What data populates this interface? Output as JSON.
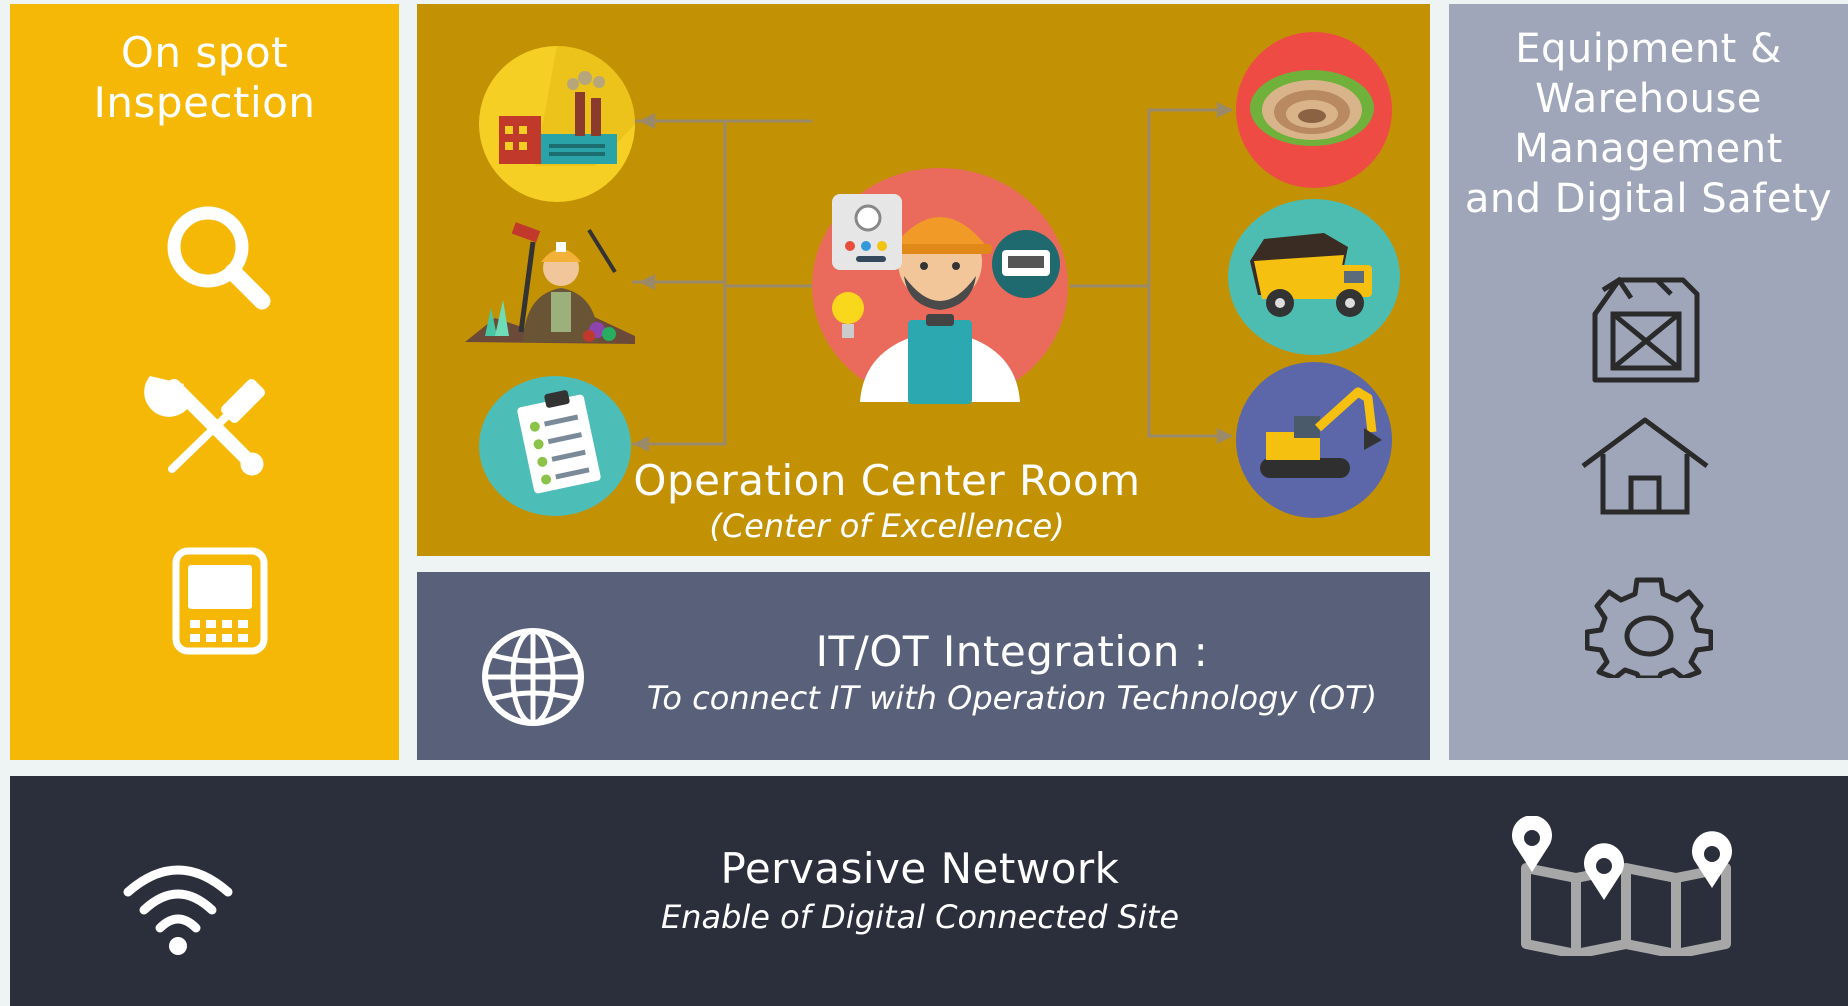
{
  "inspection": {
    "title_line1": "On spot",
    "title_line2": "Inspection",
    "icons": [
      "search-icon",
      "wrench-screwdriver-icon",
      "tablet-icon"
    ]
  },
  "operation_center": {
    "title": "Operation Center Room",
    "subtitle": "(Center of Excellence)",
    "left_icons": [
      "factory-icon",
      "miner-icon",
      "checklist-icon"
    ],
    "center_icon": "engineer-icon",
    "right_icons": [
      "open-pit-mine-icon",
      "dump-truck-icon",
      "excavator-icon"
    ]
  },
  "itot": {
    "title": "IT/OT Integration :",
    "subtitle": "To connect IT with Operation Technology (OT)",
    "icon": "globe-icon"
  },
  "equipment": {
    "title_line1": "Equipment &",
    "title_line2": "Warehouse",
    "title_line3": "Management",
    "title_line4": "and Digital Safety",
    "icons": [
      "fuel-can-icon",
      "house-icon",
      "gear-icon"
    ]
  },
  "network": {
    "title": "Pervasive Network",
    "subtitle": "Enable of Digital Connected Site",
    "icons": [
      "wifi-icon",
      "map-pins-icon"
    ]
  },
  "colors": {
    "inspection_bg": "#f6b807",
    "operation_bg": "#c39104",
    "itot_bg": "#596079",
    "equipment_bg": "#a0a6ba",
    "network_bg": "#2b2e3b",
    "connector": "#9a8a6a"
  }
}
